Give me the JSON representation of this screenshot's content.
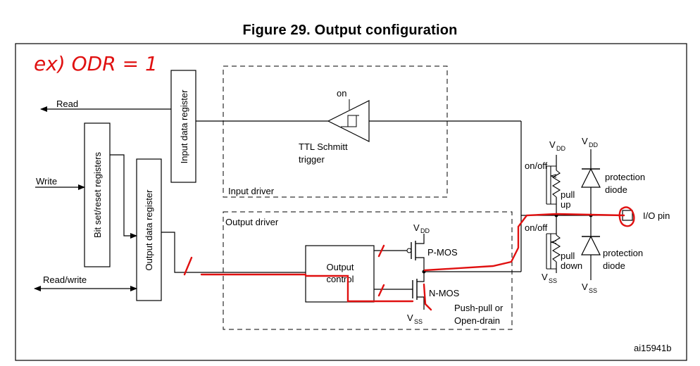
{
  "figure_title": "Figure 29. Output configuration",
  "annotation": "ex) ODR = 1",
  "signals": {
    "read": "Read",
    "write": "Write",
    "read_write": "Read/write"
  },
  "blocks": {
    "input_data_register": "Input data register",
    "bit_set_reset_registers": "Bit set/reset registers",
    "output_data_register": "Output data register",
    "input_driver": "Input driver",
    "output_driver": "Output driver",
    "output_control_line1": "Output",
    "output_control_line2": "control"
  },
  "schmitt": {
    "on": "on",
    "line1": "TTL Schmitt",
    "line2": "trigger"
  },
  "mos": {
    "pmos": "P-MOS",
    "nmos": "N-MOS",
    "mode_line1": "Push-pull or",
    "mode_line2": "Open-drain"
  },
  "supplies": {
    "vdd_main": "V",
    "vdd_sub": "DD",
    "vss_main": "V",
    "vss_sub": "SS"
  },
  "pulls": {
    "on_off_up": "on/off",
    "on_off_down": "on/off",
    "pull_up_line1": "pull",
    "pull_up_line2": "up",
    "pull_down_line1": "pull",
    "pull_down_line2": "down"
  },
  "protection": {
    "top_line1": "protection",
    "top_line2": "diode",
    "bottom_line1": "protection",
    "bottom_line2": "diode"
  },
  "io_pin": "I/O pin",
  "ref_code": "ai15941b",
  "colors": {
    "annotation_red": "#e01010",
    "ink": "#000000"
  }
}
